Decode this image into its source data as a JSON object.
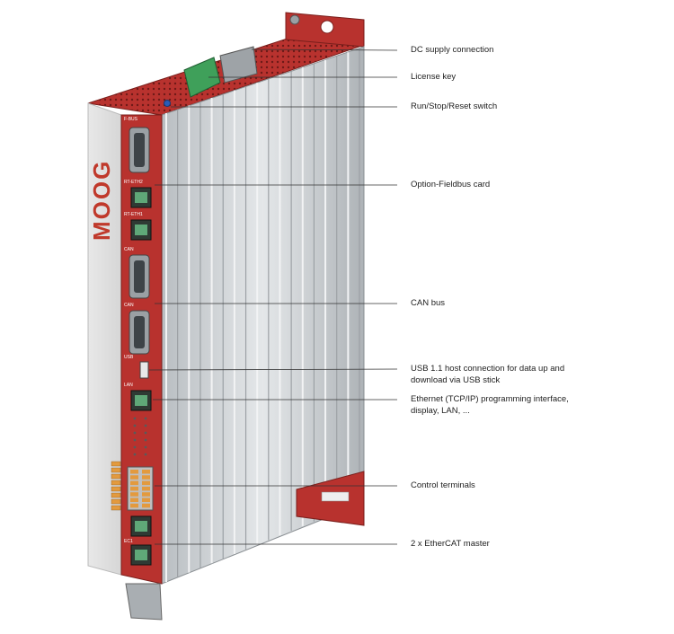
{
  "device": {
    "brand": "MOOG",
    "port_labels": {
      "fbus": "F-BUS",
      "rteth2": "RT-ETH2",
      "rteth1": "RT-ETH1",
      "can1": "CAN",
      "can2": "CAN",
      "usb": "USB",
      "lan": "LAN",
      "ec1": "EC1"
    }
  },
  "callouts": [
    {
      "id": "dc-supply",
      "text": "DC supply connection"
    },
    {
      "id": "license-key",
      "text": "License key"
    },
    {
      "id": "run-stop-reset",
      "text": "Run/Stop/Reset switch"
    },
    {
      "id": "option-fieldbus",
      "text": "Option-Fieldbus card"
    },
    {
      "id": "can-bus",
      "text": "CAN bus"
    },
    {
      "id": "usb-host",
      "text": "USB 1.1 host connection for data up and download via USB stick"
    },
    {
      "id": "ethernet",
      "text": "Ethernet (TCP/IP) programming interface, display, LAN, ..."
    },
    {
      "id": "control-terminals",
      "text": "Control terminals"
    },
    {
      "id": "ethercat",
      "text": "2 x EtherCAT master"
    }
  ],
  "colors": {
    "brand_red": "#c0392b",
    "panel_red": "#b8322e",
    "heatsink": "#cfd3d6",
    "connector_green": "#3fa05a",
    "connector_orange": "#e39a3e"
  }
}
